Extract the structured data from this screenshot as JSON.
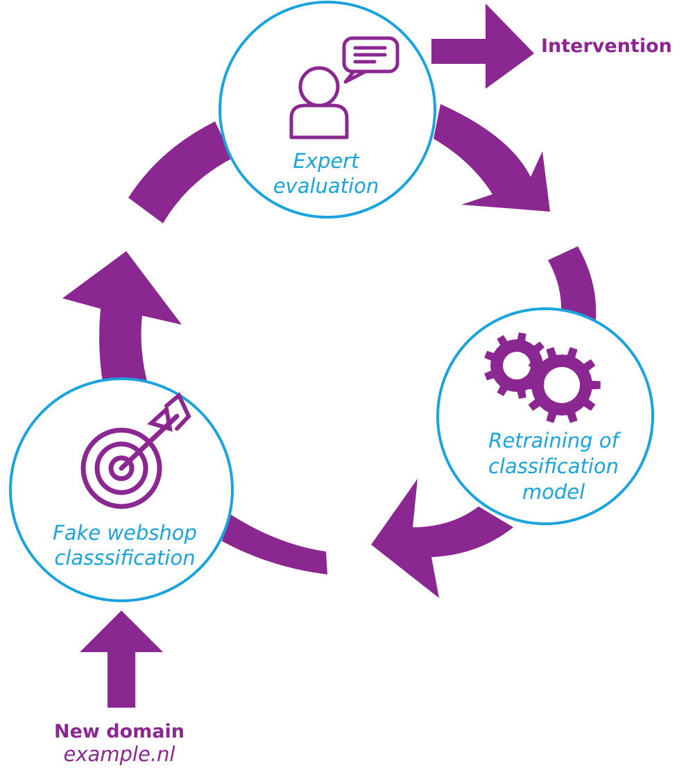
{
  "colors": {
    "arrow": "#8b2790",
    "ring": "#1aa3dd",
    "label_blue": "#1aa3dd",
    "label_purple": "#8b2790",
    "icon": "#8b2790"
  },
  "nodes": {
    "expert": {
      "line1": "Expert",
      "line2": "evaluation",
      "icon": "person-speech-icon"
    },
    "retraining": {
      "line1": "Retraining of",
      "line2": "classification",
      "line3": "model",
      "icon": "gears-icon"
    },
    "fake": {
      "line1": "Fake webshop",
      "line2": "classsification",
      "icon": "target-icon"
    }
  },
  "intervention": {
    "label": "Intervention"
  },
  "input": {
    "title": "New domain",
    "example": "example.nl"
  }
}
